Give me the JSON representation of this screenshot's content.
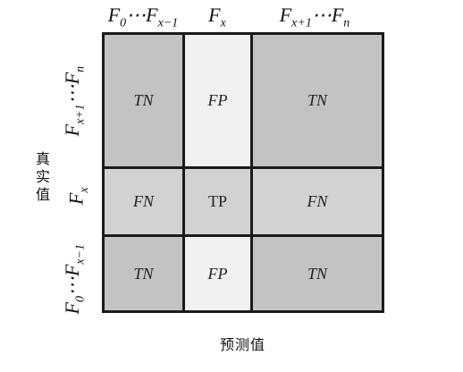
{
  "columns": [
    "F0⋯Fx−1",
    "Fx",
    "Fx+1⋯Fn"
  ],
  "rows": [
    "Fx+1⋯Fn",
    "Fx",
    "F0⋯Fx−1"
  ],
  "col_headers": {
    "c1": {
      "a": "F",
      "a_sub": "0",
      "dots": "⋯",
      "b": "F",
      "b_sub": "x−1"
    },
    "c2": {
      "a": "F",
      "a_sub": "x"
    },
    "c3": {
      "a": "F",
      "a_sub": "x+1",
      "dots": "⋯",
      "b": "F",
      "b_sub": "n"
    }
  },
  "row_headers": {
    "r1": {
      "a": "F",
      "a_sub": "x+1",
      "dots": "⋯",
      "b": "F",
      "b_sub": "n"
    },
    "r2": {
      "a": "F",
      "a_sub": "x"
    },
    "r3": {
      "a": "F",
      "a_sub": "0",
      "dots": "⋯",
      "b": "F",
      "b_sub": "x−1"
    }
  },
  "cells": [
    [
      "TN",
      "FP",
      "TN"
    ],
    [
      "FN",
      "TP",
      "FN"
    ],
    [
      "TN",
      "FP",
      "TN"
    ]
  ],
  "axis": {
    "predicted": "预测值",
    "true_chars": [
      "真",
      "实",
      "值"
    ]
  },
  "colors": {
    "dark": "#c3c3c3",
    "mid": "#d2d2d2",
    "light": "#f1f1f1",
    "border": "#1a1a1a"
  }
}
